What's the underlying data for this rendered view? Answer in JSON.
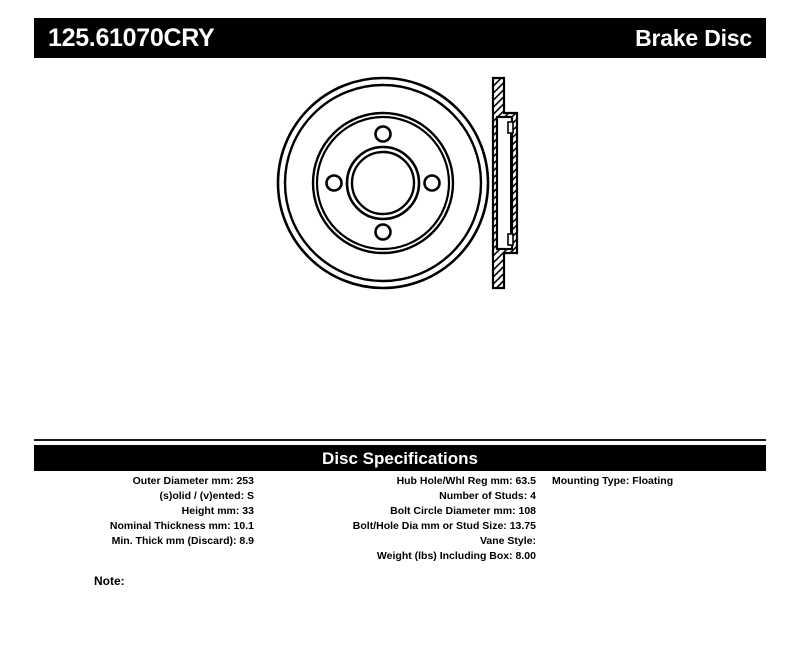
{
  "header": {
    "part_number": "125.61070CRY",
    "product_type": "Brake Disc"
  },
  "drawing": {
    "front_view_name": "brake-disc-front-view",
    "side_view_name": "brake-disc-cross-section-view",
    "number_of_bolt_holes": 4
  },
  "specifications": {
    "section_title": "Disc Specifications",
    "left_column": [
      "Outer Diameter mm: 253",
      "(s)olid / (v)ented: S",
      "Height mm: 33",
      "Nominal Thickness mm: 10.1",
      "Min. Thick mm (Discard): 8.9"
    ],
    "middle_column": [
      "Hub Hole/Whl Reg mm: 63.5",
      "Number of Studs: 4",
      "Bolt Circle Diameter mm: 108",
      "Bolt/Hole Dia mm or Stud Size: 13.75",
      "Vane Style:",
      "Weight (lbs) Including Box: 8.00"
    ],
    "right_column": [
      "Mounting Type: Floating"
    ]
  },
  "note": {
    "label": "Note:"
  },
  "colors": {
    "bar_background": "#000000",
    "bar_text": "#ffffff",
    "body_text": "#000000",
    "page_background": "#ffffff"
  }
}
